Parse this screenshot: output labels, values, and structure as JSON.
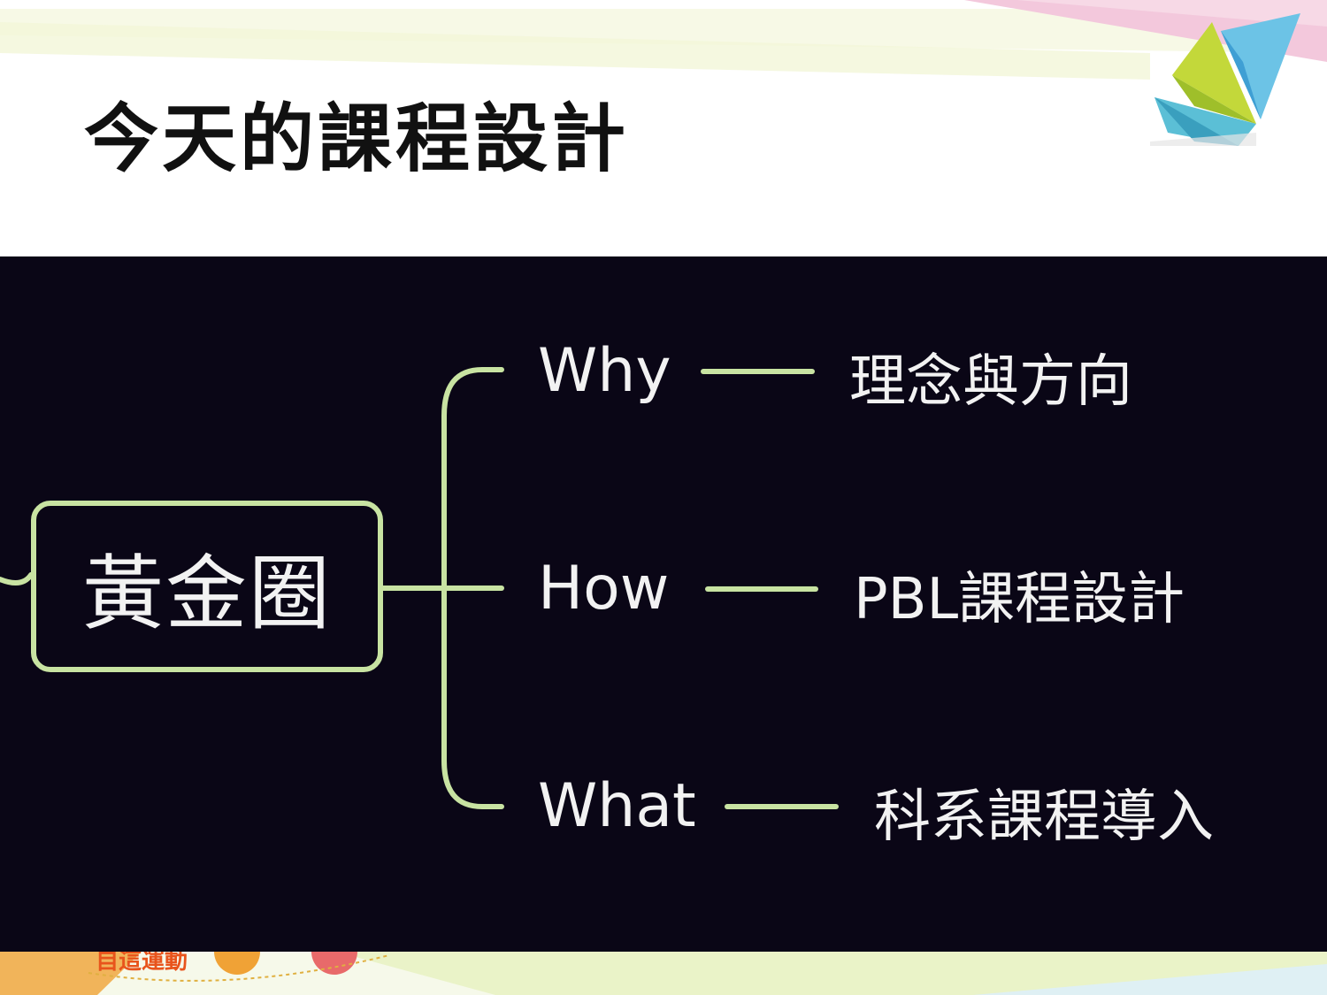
{
  "slide": {
    "title": "今天的課程設計"
  },
  "diagram": {
    "center": "黃金圈",
    "branches": [
      {
        "key": "Why",
        "desc": "理念與方向"
      },
      {
        "key": "How",
        "desc": "PBL課程設計"
      },
      {
        "key": "What",
        "desc": "科系課程導入"
      }
    ],
    "line_color": "#c8e3a2",
    "panel_color": "#0a0616"
  },
  "footer": {
    "logo_text": "自這運動"
  }
}
